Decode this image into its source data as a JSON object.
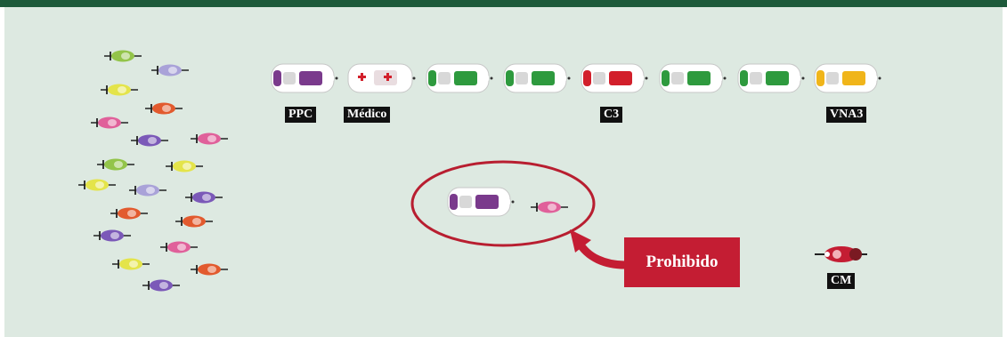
{
  "labels": {
    "ppc": "PPC",
    "medico": "Médico",
    "c3": "C3",
    "vna3": "VNA3",
    "cm": "CM",
    "prohibido": "Prohibido"
  },
  "colors": {
    "header_green": "#1d5a3a",
    "background": "#dde9e1",
    "prohibido_red": "#c41d33",
    "car_purple": "#7a3a8c",
    "car_green": "#2e9a3e",
    "car_red": "#d21f2b",
    "car_yellow": "#f0b51a",
    "rider_pink": "#e0609a",
    "rider_lime": "#93c44a",
    "rider_yellow": "#e4e44a",
    "rider_lavender": "#a9a2d8",
    "rider_orange": "#e25a2e",
    "rider_violet": "#7b59b8"
  },
  "icons": {
    "car": "car-icon",
    "ambulance": "ambulance-icon",
    "cyclist": "cyclist-icon",
    "motorbike": "motorbike-icon",
    "arrow": "curved-arrow-icon"
  }
}
